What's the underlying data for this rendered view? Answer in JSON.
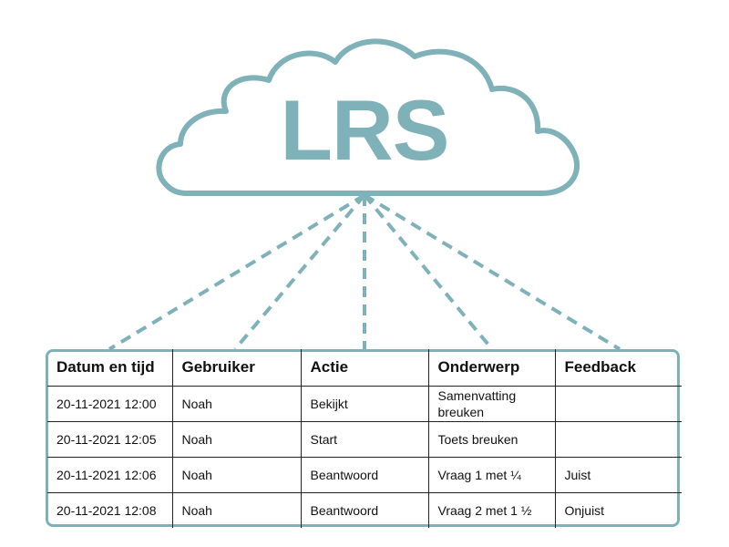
{
  "cloud": {
    "label": "LRS",
    "color": "#7fb1b9"
  },
  "table": {
    "headers": [
      "Datum en tijd",
      "Gebruiker",
      "Actie",
      "Onderwerp",
      "Feedback"
    ],
    "rows": [
      [
        "20-11-2021 12:00",
        "Noah",
        "Bekijkt",
        "Samenvatting breuken",
        ""
      ],
      [
        "20-11-2021 12:05",
        "Noah",
        "Start",
        "Toets breuken",
        ""
      ],
      [
        "20-11-2021 12:06",
        "Noah",
        "Beantwoord",
        "Vraag 1 met ¼",
        "Juist"
      ],
      [
        "20-11-2021 12:08",
        "Noah",
        "Beantwoord",
        "Vraag 2 met 1 ½",
        "Onjuist"
      ]
    ]
  }
}
